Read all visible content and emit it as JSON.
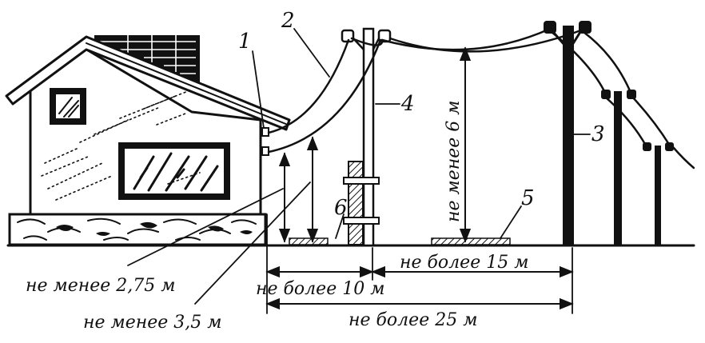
{
  "labels": {
    "n1": "1",
    "n2": "2",
    "n3": "3",
    "n4": "4",
    "n5": "5",
    "n6": "6"
  },
  "dimensions": {
    "min_6m": "не менее 6 м",
    "max_15m": "не более 15 м",
    "max_10m": "не более 10 м",
    "max_25m": "не более 25 м",
    "min_275m": "не менее 2,75 м",
    "min_35m": "не менее 3,5 м"
  },
  "colors": {
    "ink": "#111111",
    "paper": "#ffffff"
  }
}
